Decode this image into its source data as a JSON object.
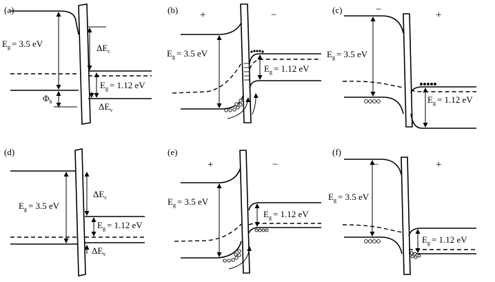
{
  "panels": [
    {
      "id": "a",
      "tag": "(a)",
      "eg_left": "= 3.5 eV",
      "eg_right": "= 1.12 eV",
      "delta_ec": "ΔE",
      "delta_ec_sub": "c",
      "delta_ev": "ΔE",
      "delta_ev_sub": "v",
      "phi": "Φ",
      "phi_sub": "b"
    },
    {
      "id": "b",
      "tag": "(b)",
      "left_sign": "+",
      "right_sign": "−",
      "eg_left": "= 3.5 eV",
      "eg_right": "= 1.12 eV"
    },
    {
      "id": "c",
      "tag": "(c)",
      "left_sign": "−",
      "right_sign": "+",
      "eg_left": "= 3.5 eV",
      "eg_right": "= 1.12 eV"
    },
    {
      "id": "d",
      "tag": "(d)",
      "eg_left": "= 3.5 eV",
      "eg_right": "= 1.12 eV",
      "delta_ec": "ΔE",
      "delta_ec_sub": "c",
      "delta_ev": "ΔE",
      "delta_ev_sub": "v"
    },
    {
      "id": "e",
      "tag": "(e)",
      "left_sign": "+",
      "right_sign": "−",
      "eg_left": "= 3.5 eV",
      "eg_right": "= 1.12 eV"
    },
    {
      "id": "f",
      "tag": "(f)",
      "left_sign": "−",
      "right_sign": "+",
      "eg_left": "= 3.5 eV",
      "eg_right": "= 1.12 eV"
    }
  ],
  "eg_symbol": "E",
  "eg_sub": "g"
}
